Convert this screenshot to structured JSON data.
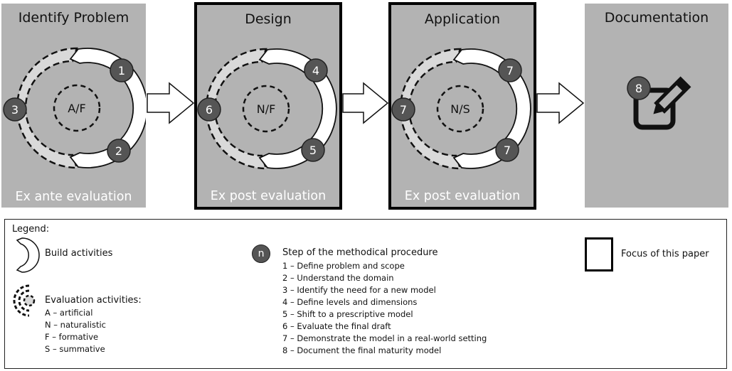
{
  "phases": [
    {
      "title": "Identify Problem",
      "footer": "Ex ante evaluation",
      "center": "A/F",
      "step_top": "1",
      "step_bottom": "2",
      "step_left": "3"
    },
    {
      "title": "Design",
      "footer": "Ex post evaluation",
      "center": "N/F",
      "step_top": "4",
      "step_bottom": "5",
      "step_left": "6"
    },
    {
      "title": "Application",
      "footer": "Ex post evaluation",
      "center": "N/S",
      "step_top": "7",
      "step_bottom": "7",
      "step_left": "7"
    },
    {
      "title": "Documentation",
      "step": "8"
    }
  ],
  "legend": {
    "title": "Legend:",
    "build": "Build activities",
    "evaluation": "Evaluation activities:",
    "eval_items": [
      "A – artificial",
      "N – naturalistic",
      "F – formative",
      "S – summative"
    ],
    "step_symbol": "n",
    "step_heading": "Step of the methodical procedure",
    "steps": [
      "1 – Define problem and scope",
      "2 – Understand the domain",
      "3 – Identify the need for a new model",
      "4 – Define levels and dimensions",
      "5 – Shift to a prescriptive model",
      "6 – Evaluate the final draft",
      "7 – Demonstrate the model in a real-world setting",
      "8 – Document the final maturity model"
    ],
    "focus": "Focus of this paper"
  },
  "colors": {
    "panel": "#b3b3b3",
    "step_circle": "#555555",
    "eval_ring": "#d9d9d9",
    "build_ring": "#ffffff"
  },
  "icons": [
    "build-arc-icon",
    "evaluation-rings-icon",
    "arrow-right-icon",
    "edit-document-icon"
  ]
}
